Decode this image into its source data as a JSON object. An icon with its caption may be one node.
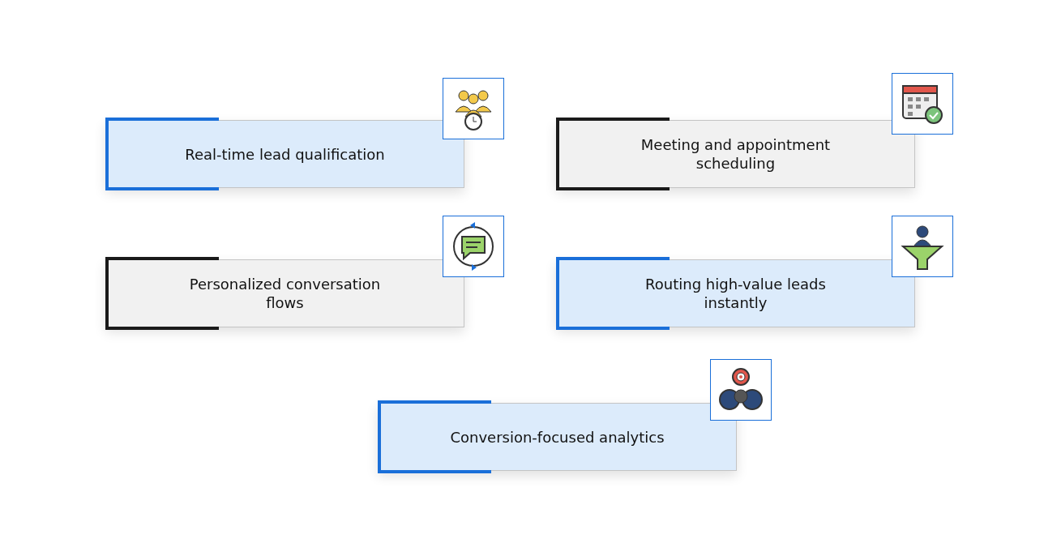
{
  "diagram": {
    "nodes": [
      {
        "text": [
          "Real-time lead qualification"
        ]
      },
      {
        "text": [
          "Meeting and appointment scheduling"
        ]
      },
      {
        "text": [
          "Personalized conversation flows"
        ]
      },
      {
        "text": [
          "Routing high-value leads instantly"
        ]
      },
      {
        "text": [
          "Conversion-focused analytics"
        ]
      }
    ],
    "edges": []
  }
}
